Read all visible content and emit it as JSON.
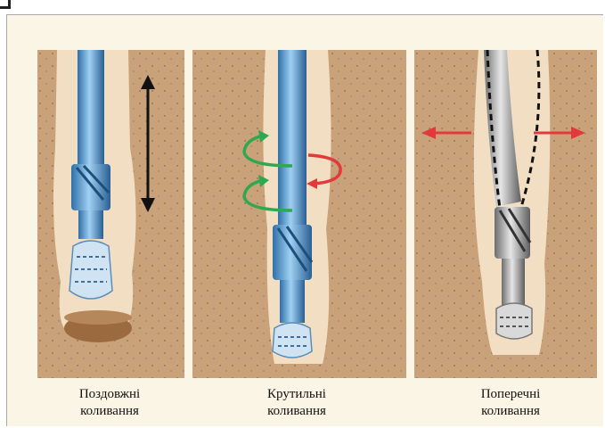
{
  "panels": [
    {
      "caption_line1": "Поздовжні",
      "caption_line2": "коливання"
    },
    {
      "caption_line1": "Крутильні",
      "caption_line2": "коливання"
    },
    {
      "caption_line1": "Поперечні",
      "caption_line2": "коливання"
    }
  ],
  "colors": {
    "soil": "#c9a27a",
    "borehole": "#f2dfc3",
    "pipe_blue": "#4f9ad6",
    "pipe_grey": "#9a9a9a",
    "arrow_black": "#111111",
    "arrow_green": "#2fa84f",
    "arrow_red": "#e23a3a"
  }
}
